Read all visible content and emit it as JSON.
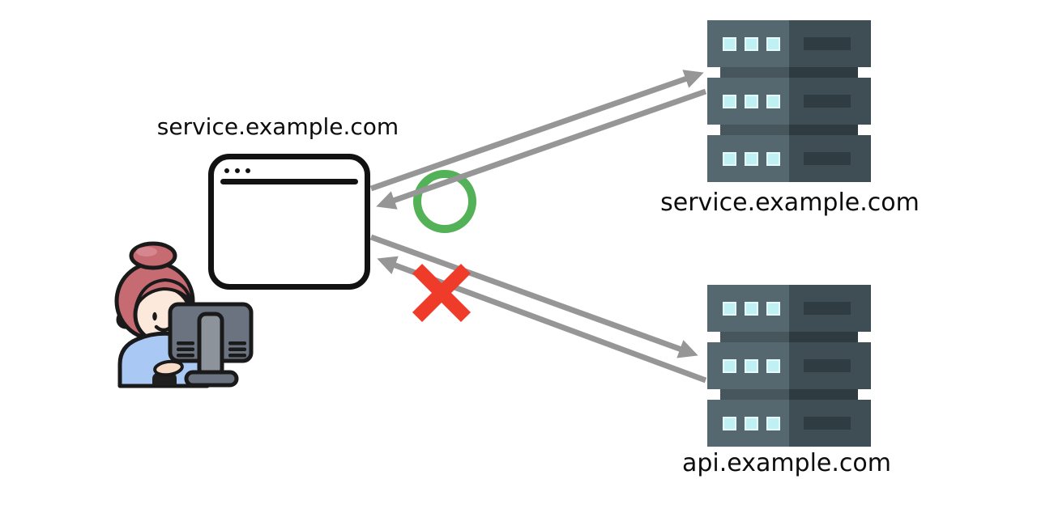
{
  "diagram": {
    "browser_label": "service.example.com",
    "server_top_label": "service.example.com",
    "server_api_label": "api.example.com",
    "status_allowed": {
      "icon": "green-circle-outline",
      "color": "#53B257"
    },
    "status_blocked": {
      "icon": "red-cross",
      "color": "#EE3B2A"
    },
    "arrows": {
      "color": "#969696",
      "items": [
        {
          "name": "request-browser-to-service",
          "direction": "browser->service.example.com"
        },
        {
          "name": "response-service-to-browser",
          "direction": "service.example.com->browser"
        },
        {
          "name": "request-browser-to-api",
          "direction": "browser->api.example.com"
        },
        {
          "name": "response-api-to-browser",
          "direction": "api.example.com->browser"
        }
      ]
    },
    "icons": {
      "browser_window": "browser-window-icon",
      "window_dots": "ellipsis-icon",
      "server": "server-rack-icon",
      "user": "woman-at-computer-icon"
    },
    "colors": {
      "server_panel_left": "#55686F",
      "server_panel_right": "#3E4E54",
      "server_led": "#BFF0F4",
      "server_slot": "#2F3D42",
      "outline": "#121212",
      "hair": "#C76B73",
      "skin": "#FDE9DC",
      "shirt": "#A9C8F3",
      "monitor": "#6B7380"
    }
  }
}
